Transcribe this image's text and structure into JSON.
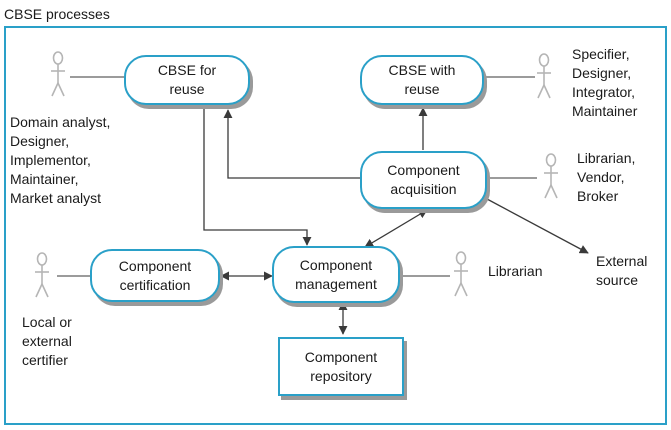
{
  "title": "CBSE processes",
  "processes": {
    "cbse_for_reuse": "CBSE for\nreuse",
    "cbse_with_reuse": "CBSE with\nreuse",
    "component_acquisition": "Component\nacquisition",
    "component_certification": "Component\ncertification",
    "component_management": "Component\nmanagement",
    "component_repository": "Component\nrepository"
  },
  "roles": {
    "domain_analyst_group": "Domain analyst,\nDesigner,\nImplementor,\nMaintainer,\nMarket analyst",
    "specifier_group": "Specifier,\nDesigner,\nIntegrator,\nMaintainer",
    "librarian_vendor_broker": "Librarian,\nVendor,\nBroker",
    "librarian": "Librarian",
    "certifier": "Local or\nexternal\ncertifier",
    "external_source": "External\nsource"
  },
  "colors": {
    "node_border": "#2aa0c8",
    "shadow": "#9a9a9a",
    "actor": "#b5b5b5",
    "connector": "#7a7a7a",
    "arrow": "#3a3a3a"
  }
}
